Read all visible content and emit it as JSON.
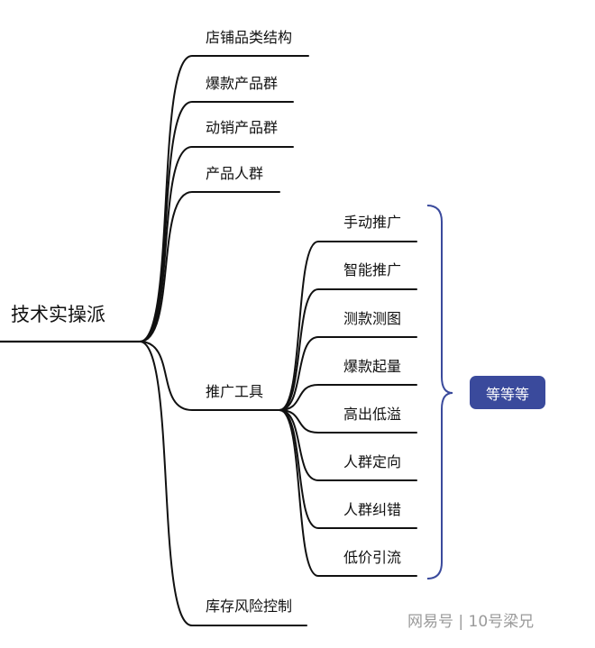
{
  "root": {
    "label": "技术实操派"
  },
  "branches": [
    {
      "label": "店铺品类结构"
    },
    {
      "label": "爆款产品群"
    },
    {
      "label": "动销产品群"
    },
    {
      "label": "产品人群"
    },
    {
      "label": "推广工具"
    },
    {
      "label": "库存风险控制"
    }
  ],
  "tools": [
    {
      "label": "手动推广"
    },
    {
      "label": "智能推广"
    },
    {
      "label": "测款测图"
    },
    {
      "label": "爆款起量"
    },
    {
      "label": "高出低溢"
    },
    {
      "label": "人群定向"
    },
    {
      "label": "人群纠错"
    },
    {
      "label": "低价引流"
    }
  ],
  "summary": {
    "label": "等等等"
  },
  "watermark": {
    "text": "网易号 | 10号梁兄"
  },
  "colors": {
    "line": "#111111",
    "accent": "#3a4a9c"
  }
}
